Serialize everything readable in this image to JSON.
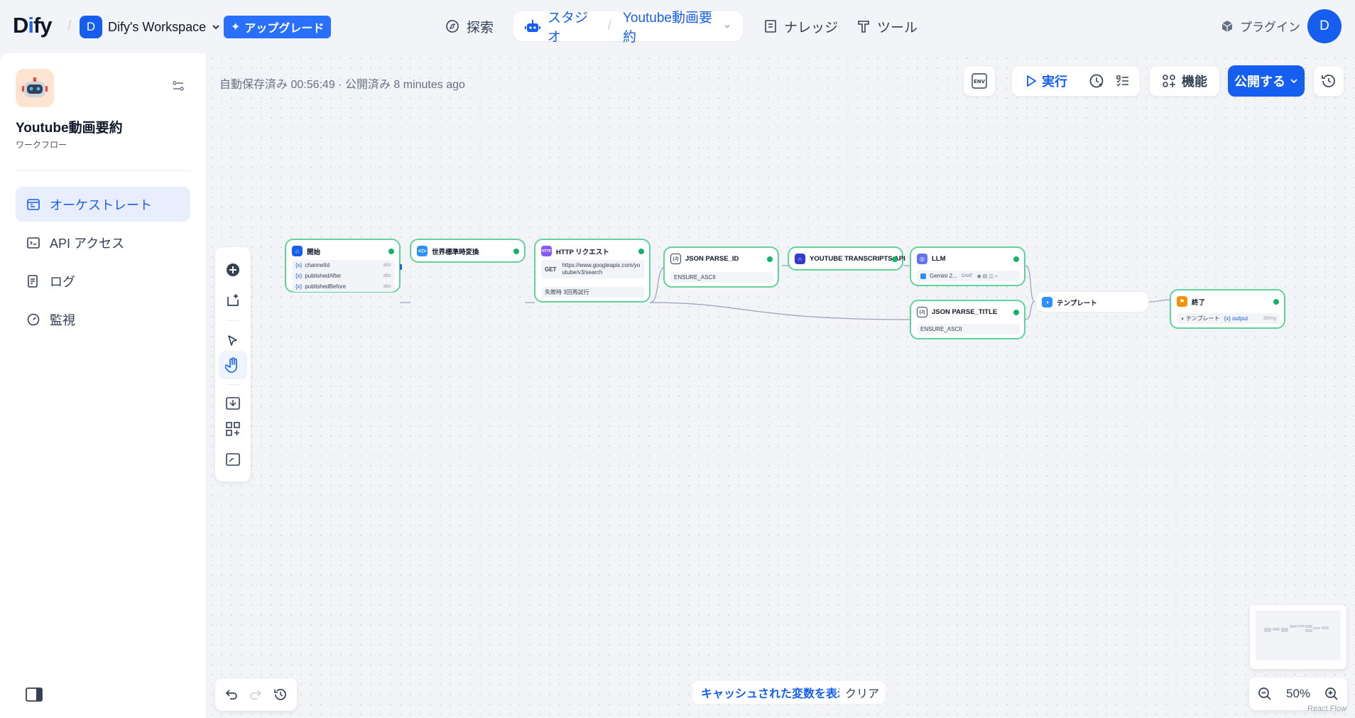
{
  "brand": {
    "logo_main": "D",
    "logo_accent": "i",
    "logo_rest": "fy",
    "accent_color": "#155eef"
  },
  "workspace": {
    "avatar_letter": "D",
    "name": "Dify's Workspace",
    "upgrade_label": "アップグレード"
  },
  "nav": {
    "explore": "探索",
    "studio": "スタジオ",
    "current_app": "Youtube動画要約",
    "knowledge": "ナレッジ",
    "tools": "ツール",
    "plugins": "プラグイン",
    "user_avatar": "D"
  },
  "app": {
    "name": "Youtube動画要約",
    "type": "ワークフロー"
  },
  "sidebar": {
    "items": [
      {
        "label": "オーケストレート",
        "icon": "orchestrate-icon",
        "active": true
      },
      {
        "label": "API アクセス",
        "icon": "terminal-icon",
        "active": false
      },
      {
        "label": "ログ",
        "icon": "log-icon",
        "active": false
      },
      {
        "label": "監視",
        "icon": "gauge-icon",
        "active": false
      }
    ]
  },
  "toolbar": {
    "autosave_text": "自動保存済み 00:56:49 · 公開済み 8 minutes ago",
    "env_label": "ENV",
    "run_label": "実行",
    "features_label": "機能",
    "publish_label": "公開する"
  },
  "canvas": {
    "cache_button": "キャッシュされた変数を表示",
    "clear_button": "クリア",
    "zoom": "50%",
    "attribution": "React Flow"
  },
  "nodes": {
    "start": {
      "title": "開始",
      "vars": [
        {
          "sym": "{x}",
          "name": "channelId",
          "type": "abc"
        },
        {
          "sym": "{x}",
          "name": "publishedAfter",
          "type": "abc"
        },
        {
          "sym": "{x}",
          "name": "publishedBefore",
          "type": "abc"
        }
      ]
    },
    "convert": {
      "title": "世界標準時変換"
    },
    "http": {
      "title": "HTTP リクエスト",
      "method": "GET",
      "url_1": "https://www.googleapis.com/yo",
      "url_2": "utube/v3/search",
      "retry": "失敗時 3回再試行"
    },
    "json_id": {
      "title": "JSON PARSE_ID",
      "param": "ENSURE_ASCII"
    },
    "transcripts": {
      "title": "YOUTUBE TRANSCRIPTS API"
    },
    "llm": {
      "title": "LLM",
      "model": "Gemini 2...",
      "mode": "CHAT"
    },
    "json_title": {
      "title": "JSON PARSE_TITLE",
      "param": "ENSURE_ASCII"
    },
    "template": {
      "title": "テンプレート"
    },
    "end": {
      "title": "終了",
      "src": "テンプレート",
      "sym": "{x}",
      "var": "output",
      "type": "String"
    }
  }
}
